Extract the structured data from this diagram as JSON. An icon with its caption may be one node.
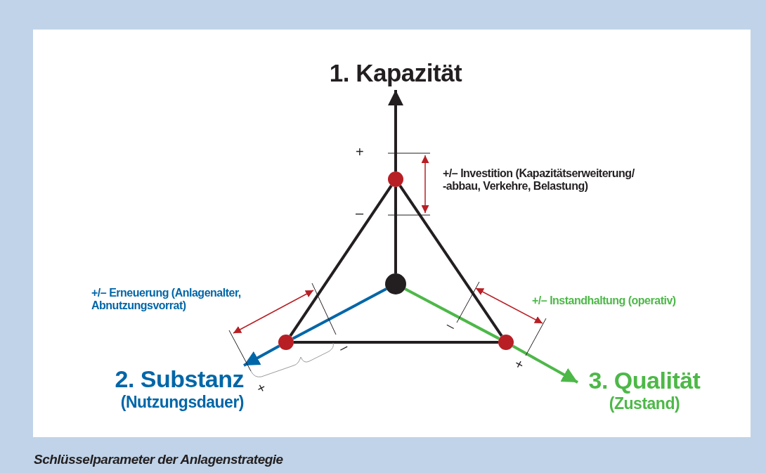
{
  "diagram": {
    "caption": "Schlüsselparameter der Anlagenstrategie",
    "nodes": [
      {
        "text": [
          "1. Kapazität"
        ]
      },
      {
        "text": [
          "2. Substanz",
          "(Nutzungsdauer)"
        ]
      },
      {
        "text": [
          "3. Qualität",
          "(Zustand)"
        ]
      },
      {
        "text": [],
        "shape": "circle"
      },
      {
        "text": [],
        "shape": "circle"
      },
      {
        "text": [],
        "shape": "circle"
      },
      {
        "text": [],
        "shape": "circle"
      }
    ],
    "edges": [
      {
        "from": 3,
        "to": 4,
        "arrow": "none"
      },
      {
        "from": 4,
        "to": 0,
        "arrow": "to"
      },
      {
        "from": 3,
        "to": 5,
        "arrow": "none",
        "color": "#0066a8"
      },
      {
        "from": 5,
        "to": 1,
        "arrow": "to",
        "color": "#0066a8"
      },
      {
        "from": 3,
        "to": 6,
        "arrow": "none",
        "color": "#4db848"
      },
      {
        "from": 6,
        "to": 2,
        "arrow": "to",
        "color": "#4db848"
      },
      {
        "from": 4,
        "to": 5,
        "arrow": "none"
      },
      {
        "from": 5,
        "to": 6,
        "arrow": "none"
      },
      {
        "from": 6,
        "to": 4,
        "arrow": "none"
      }
    ],
    "labels": [
      "+",
      "+/– Investition (Kapazitätserweiterung/ -abbau, Verkehre, Belastung)",
      "–",
      "+/– Erneuerung (Anlagenalter, Abnutzungsvorrat)",
      "+/– Instandhaltung (operativ)",
      "–",
      "–",
      "+",
      "+"
    ]
  }
}
